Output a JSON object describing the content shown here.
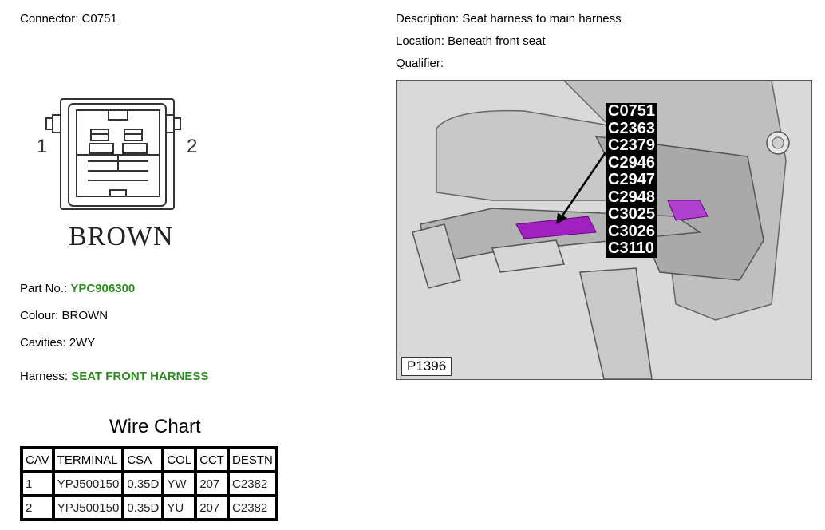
{
  "header": {
    "connector_label": "Connector:",
    "connector_value": "C0751",
    "description_label": "Description:",
    "description_value": "Seat harness to main harness",
    "location_label": "Location:",
    "location_value": "Beneath front seat",
    "qualifier_label": "Qualifier:",
    "qualifier_value": ""
  },
  "connector_drawing": {
    "pin_left": "1",
    "pin_right": "2",
    "colour_text": "BROWN"
  },
  "details": {
    "part_label": "Part No.:",
    "part_value": "YPC906300",
    "colour_label": "Colour:",
    "colour_value": "BROWN",
    "cavities_label": "Cavities:",
    "cavities_value": "2WY",
    "harness_label": "Harness:",
    "harness_value": "SEAT FRONT HARNESS"
  },
  "picture": {
    "codes": [
      "C0751",
      "C2363",
      "C2379",
      "C2946",
      "C2947",
      "C2948",
      "C3025",
      "C3026",
      "C3110"
    ],
    "ref": "P1396"
  },
  "wire_chart": {
    "title": "Wire Chart",
    "headers": [
      "CAV",
      "TERMINAL",
      "CSA",
      "COL",
      "CCT",
      "DESTN"
    ],
    "rows": [
      [
        "1",
        "YPJ500150",
        "0.35D",
        "YW",
        "207",
        "C2382"
      ],
      [
        "2",
        "YPJ500150",
        "0.35D",
        "YU",
        "207",
        "C2382"
      ]
    ]
  },
  "colors": {
    "value_green": "#2e8b22",
    "connector_highlight": "#a020c0"
  }
}
